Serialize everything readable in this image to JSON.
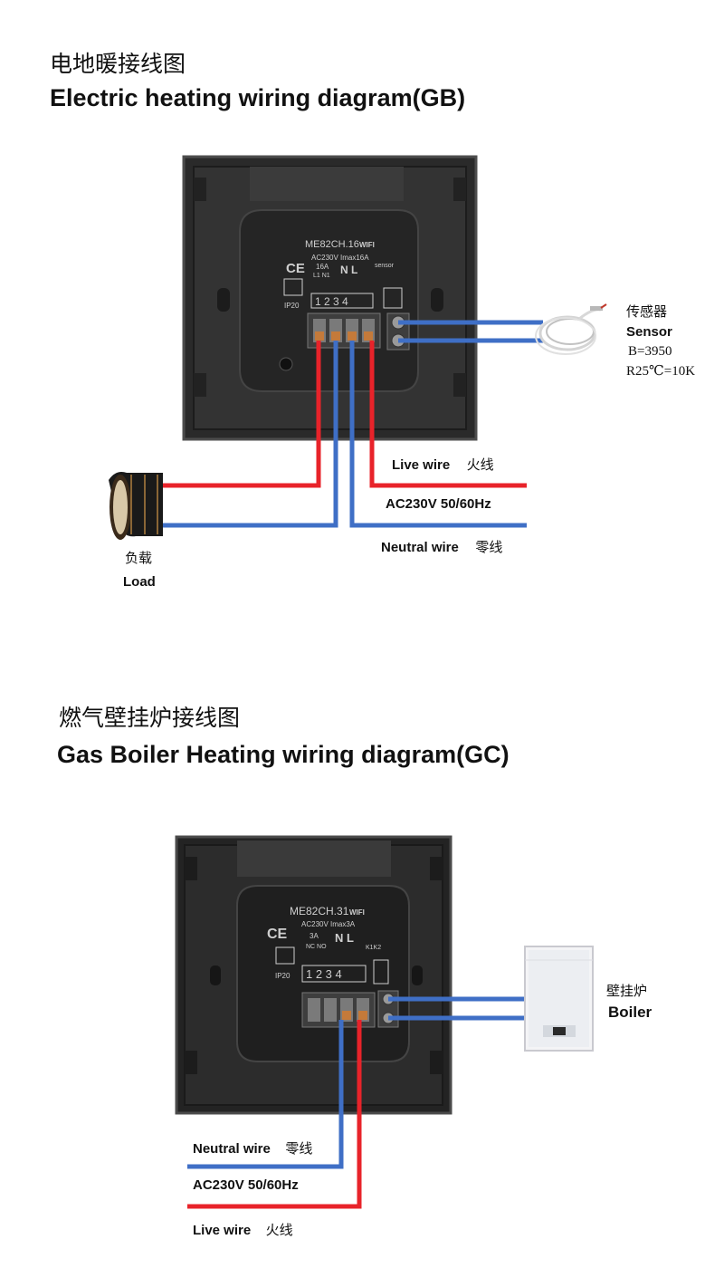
{
  "section_gb": {
    "title_cn": "电地暖接线图",
    "title_en": "Electric heating wiring diagram(GB)",
    "device": {
      "model": "ME82CH.16",
      "wifi": "WIFI",
      "rating": "AC230V Imax16A",
      "ce": "CE",
      "ip": "IP20",
      "current": "16A",
      "pins": "L1 N1",
      "nl": "N L",
      "sensor_text": "sensor",
      "terminals": [
        "1",
        "2",
        "3",
        "4"
      ]
    },
    "sensor": {
      "label_cn": "传感器",
      "label_en": "Sensor",
      "spec_b": "B=3950",
      "spec_r": "R25℃=10K"
    },
    "load": {
      "label_cn": "负载",
      "label_en": "Load"
    },
    "live_label": "Live wire",
    "live_cn": "火线",
    "supply_label": "AC230V 50/60Hz",
    "neutral_label": "Neutral wire",
    "neutral_cn": "零线"
  },
  "section_gc": {
    "title_cn": "燃气壁挂炉接线图",
    "title_en": "Gas Boiler Heating wiring diagram(GC)",
    "device": {
      "model": "ME82CH.31",
      "wifi": "WIFI",
      "rating": "AC230V Imax3A",
      "ce": "CE",
      "ip": "IP20",
      "current": "3A",
      "pins": "NC NO",
      "nl": "N L",
      "k_pins": "K1K2",
      "terminals": [
        "1",
        "2",
        "3",
        "4"
      ]
    },
    "boiler": {
      "label_cn": "壁挂炉",
      "label_en": "Boiler"
    },
    "neutral_label": "Neutral wire",
    "neutral_cn": "零线",
    "supply_label": "AC230V 50/60Hz",
    "live_label": "Live wire",
    "live_cn": "火线"
  },
  "colors": {
    "live": "#e8232a",
    "neutral": "#3f6fc6",
    "panel": "#2b2b2b",
    "panel_edge": "#555555"
  },
  "icons": [
    "floor-heating-film-icon",
    "sensor-cable-icon",
    "wall-boiler-icon",
    "ce-mark-icon"
  ]
}
